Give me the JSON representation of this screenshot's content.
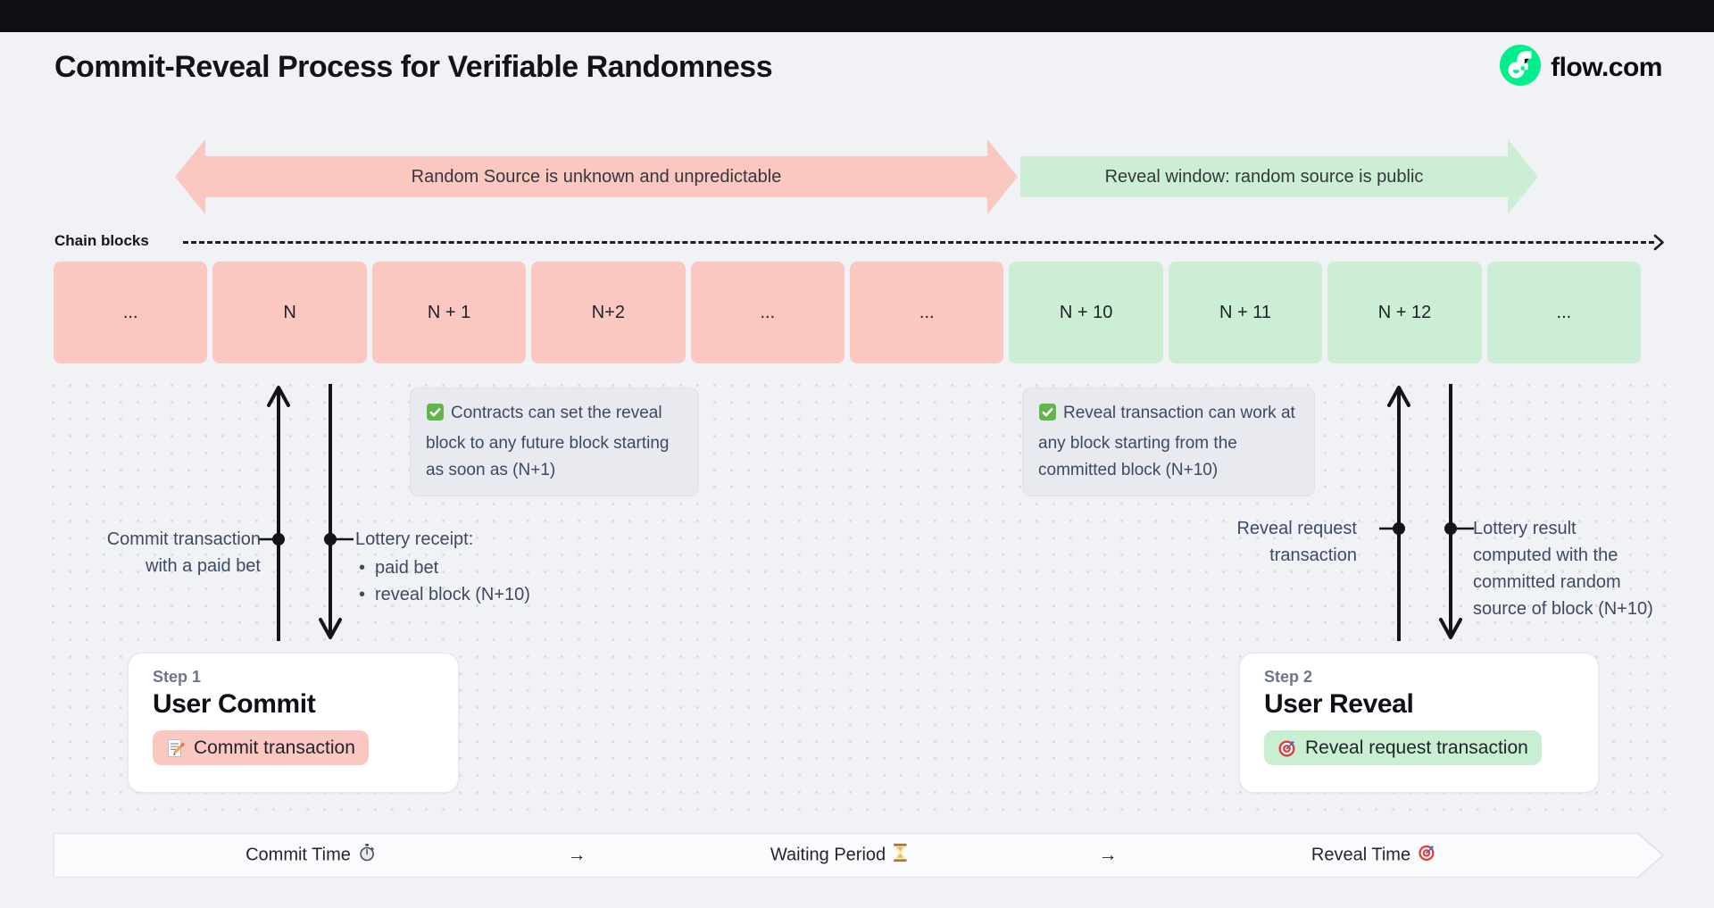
{
  "header": {
    "title": "Commit-Reveal Process for Verifiable Randomness",
    "brand": "flow.com"
  },
  "phase_arrows": {
    "unknown": {
      "label": "Random Source is unknown and unpredictable",
      "color": "#fbc7c1",
      "heads": "both"
    },
    "reveal": {
      "label": "Reveal window: random source is public",
      "color": "#cceed4",
      "heads": "right"
    }
  },
  "chain": {
    "label": "Chain blocks",
    "blocks": [
      {
        "label": "...",
        "phase": "unknown"
      },
      {
        "label": "N",
        "phase": "unknown"
      },
      {
        "label": "N + 1",
        "phase": "unknown"
      },
      {
        "label": "N+2",
        "phase": "unknown"
      },
      {
        "label": "...",
        "phase": "unknown"
      },
      {
        "label": "...",
        "phase": "unknown"
      },
      {
        "label": "N + 10",
        "phase": "reveal"
      },
      {
        "label": "N + 11",
        "phase": "reveal"
      },
      {
        "label": "N + 12",
        "phase": "reveal"
      },
      {
        "label": "...",
        "phase": "reveal"
      }
    ]
  },
  "notes": {
    "commit": {
      "icon": "check-icon",
      "text": "Contracts can set the reveal block to any future block starting as soon as (N+1)"
    },
    "reveal": {
      "icon": "check-icon",
      "text": "Reveal transaction can work at any block starting from the committed block (N+10)"
    }
  },
  "annotations": {
    "commit_tx": {
      "lines": [
        "Commit transaction",
        "with a paid bet"
      ]
    },
    "lottery_receipt": {
      "heading": "Lottery receipt:",
      "bullets": [
        "paid bet",
        "reveal block (N+10)"
      ]
    },
    "reveal_request": {
      "lines": [
        "Reveal request",
        "transaction"
      ]
    },
    "lottery_result": {
      "lines": [
        "Lottery result",
        "computed with the",
        "committed random",
        "source of block (N+10)"
      ]
    }
  },
  "steps": {
    "commit": {
      "kicker": "Step 1",
      "title": "User Commit",
      "badge": {
        "icon": "memo-icon",
        "label": "Commit transaction",
        "color": "#fbc7c1"
      }
    },
    "reveal": {
      "kicker": "Step 2",
      "title": "User Reveal",
      "badge": {
        "icon": "target-icon",
        "label": "Reveal request transaction",
        "color": "#c9efd3"
      }
    }
  },
  "timeline": {
    "items": [
      {
        "label": "Commit Time",
        "icon": "stopwatch-icon"
      },
      {
        "label": "→",
        "icon": ""
      },
      {
        "label": "Waiting Period",
        "icon": "hourglass-icon"
      },
      {
        "label": "→",
        "icon": ""
      },
      {
        "label": "Reveal Time",
        "icon": "target-icon"
      }
    ]
  },
  "colors": {
    "background": "#f1f2f6",
    "phase_unknown": "#fbc7c1",
    "phase_reveal": "#cceed4",
    "brand_green": "#00ef8b",
    "note_bg": "#e9eaef",
    "text_dark": "#16181d",
    "text_slate": "#3c4b63"
  }
}
